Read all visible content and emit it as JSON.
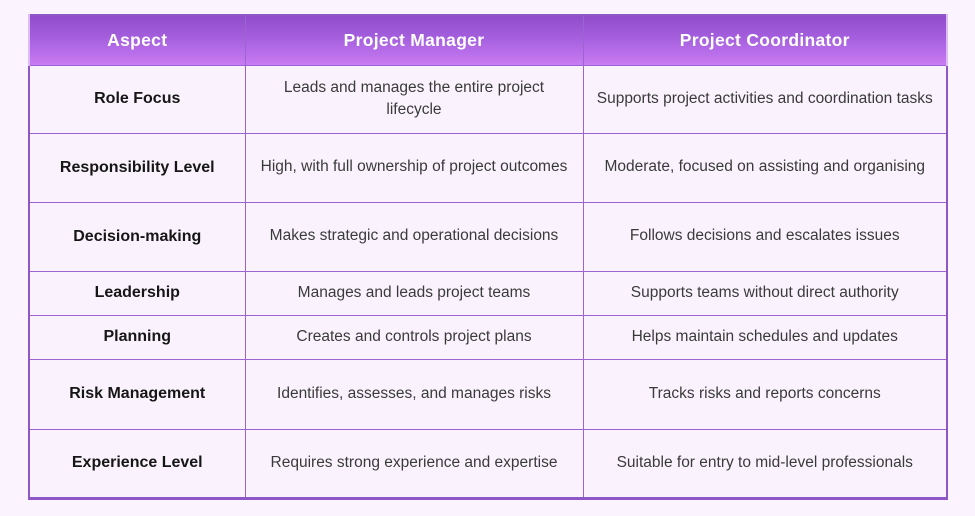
{
  "chart_data": {
    "type": "table",
    "columns": [
      "Aspect",
      "Project Manager",
      "Project Coordinator"
    ],
    "rows": [
      {
        "aspect": "Role Focus",
        "manager": "Leads and manages the entire project lifecycle",
        "coordinator": "Supports project activities and coordination tasks"
      },
      {
        "aspect": "Responsibility Level",
        "manager": "High, with full ownership of project outcomes",
        "coordinator": "Moderate, focused on assisting and organising"
      },
      {
        "aspect": "Decision-making",
        "manager": "Makes strategic and operational decisions",
        "coordinator": "Follows decisions and escalates issues"
      },
      {
        "aspect": "Leadership",
        "manager": "Manages and leads project teams",
        "coordinator": "Supports teams without direct authority"
      },
      {
        "aspect": "Planning",
        "manager": "Creates and controls project plans",
        "coordinator": "Helps maintain schedules and updates"
      },
      {
        "aspect": "Risk Management",
        "manager": "Identifies, assesses, and manages risks",
        "coordinator": "Tracks risks and reports concerns"
      },
      {
        "aspect": "Experience Level",
        "manager": "Requires strong experience and expertise",
        "coordinator": "Suitable for entry to mid-level professionals"
      }
    ]
  },
  "colors": {
    "page_background": "#fbf3fe",
    "cell_background": "#faf3fd",
    "border": "#9c64d2",
    "outer_border": "#8d58c5",
    "header_gradient_top": "#8f4dca",
    "header_gradient_bottom": "#c97bf3",
    "header_outline": "#ddbcf5",
    "header_text": "#ffffff",
    "aspect_text": "#161616",
    "body_text": "#3a3a3a"
  }
}
